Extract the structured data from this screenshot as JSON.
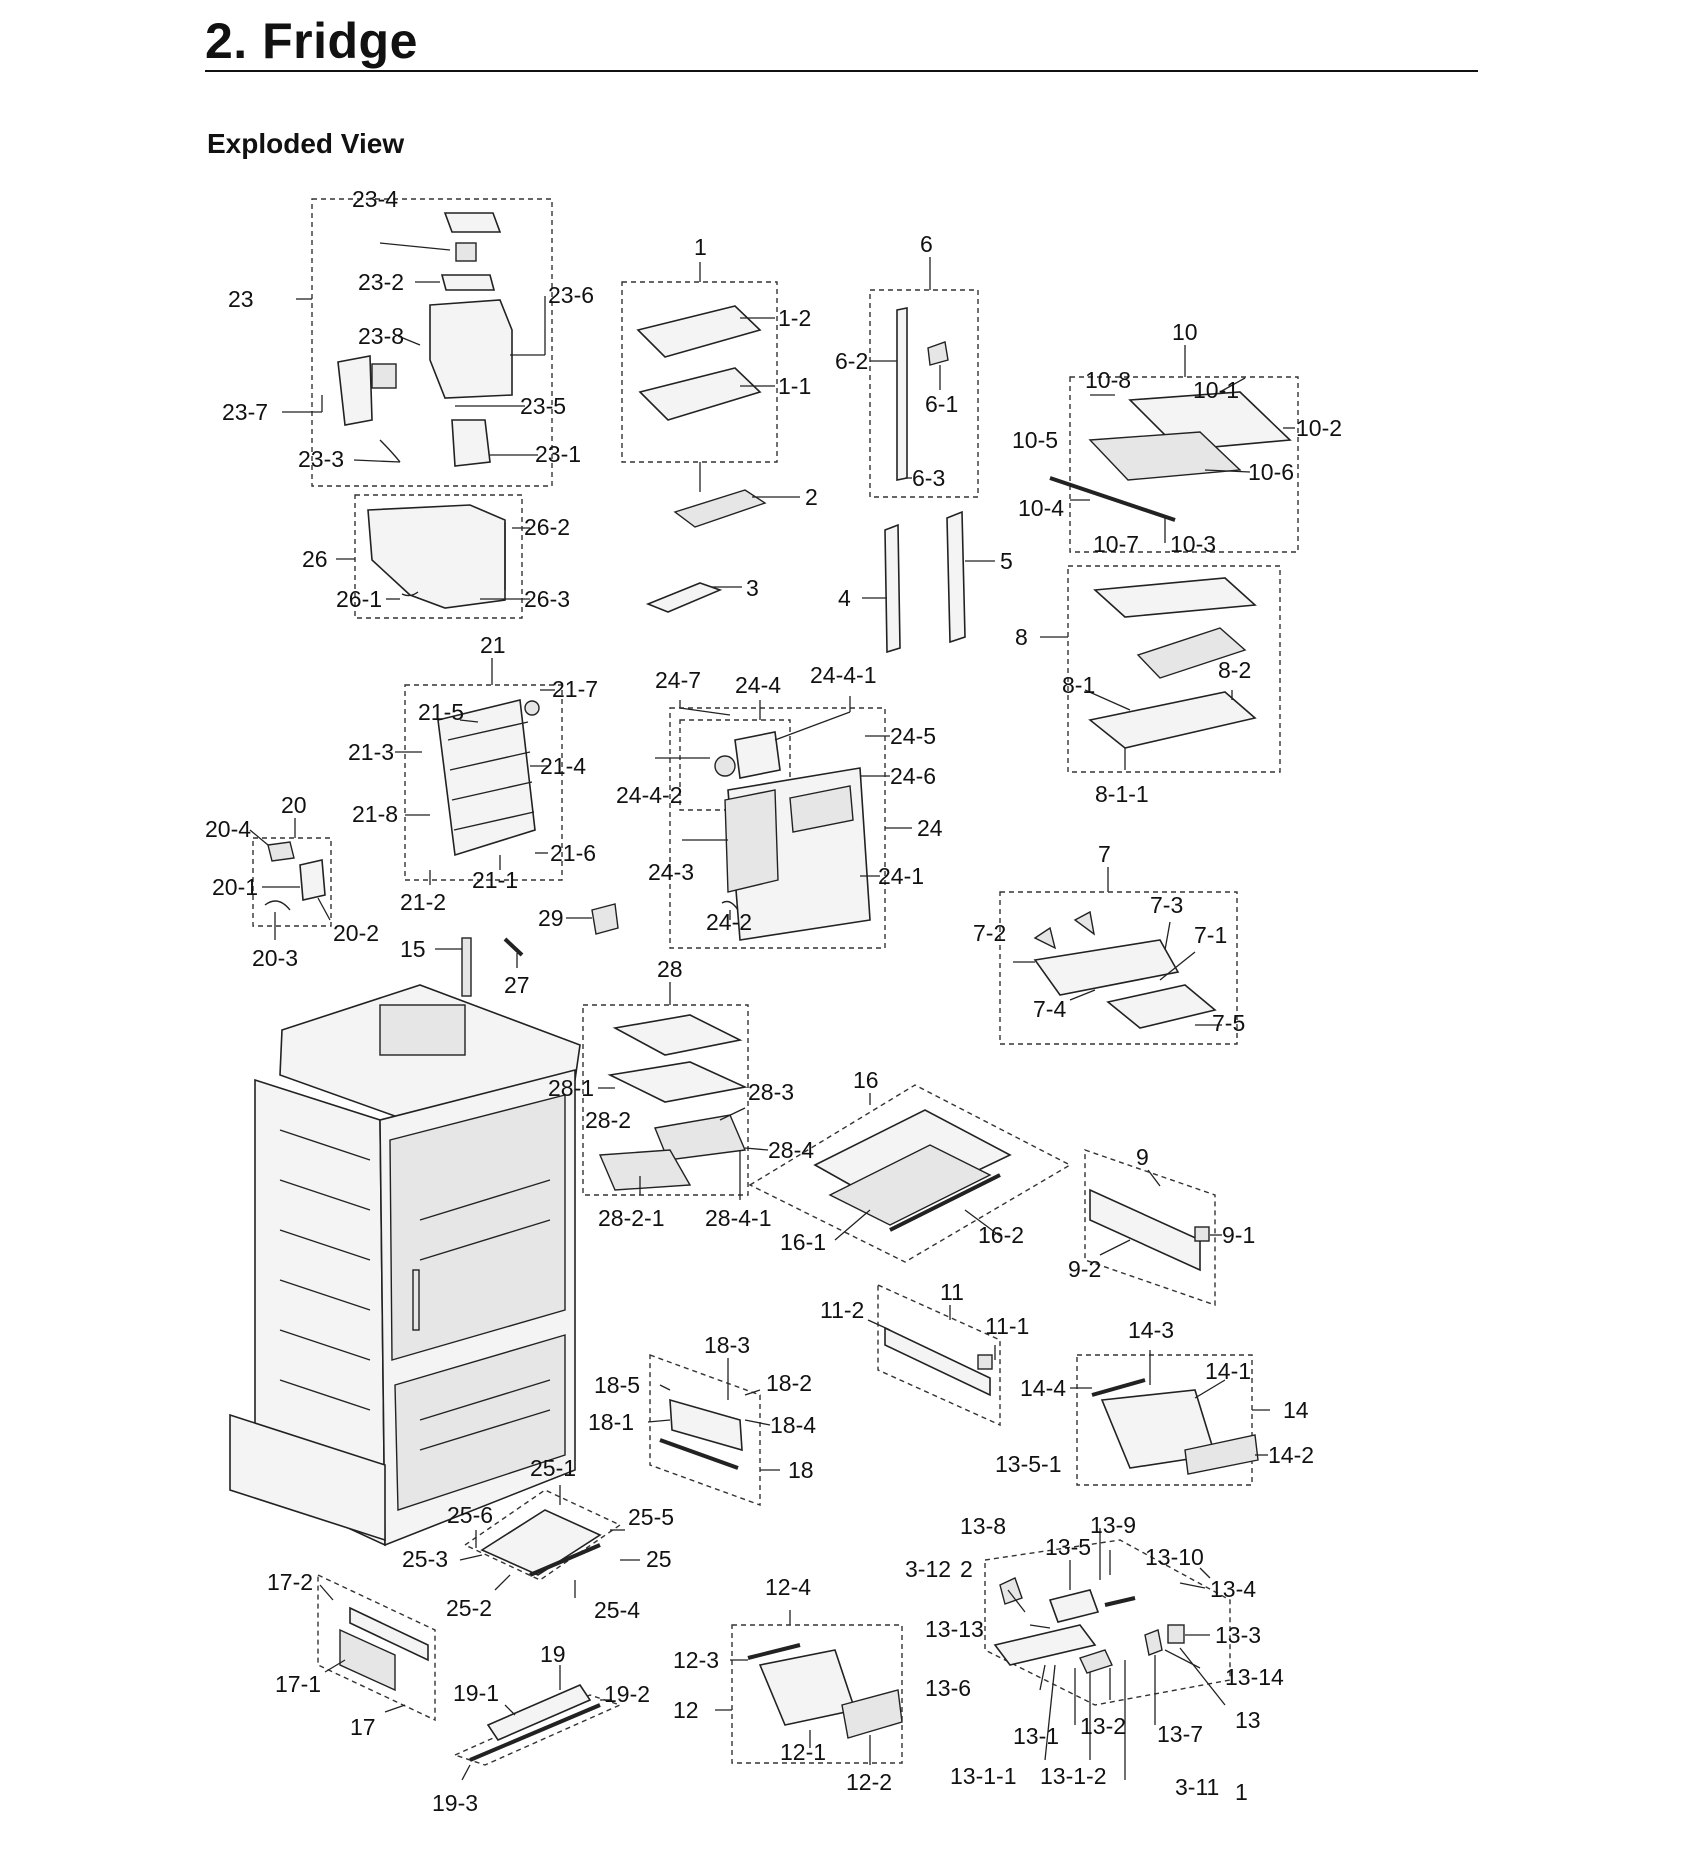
{
  "header": {
    "title": "2.  Fridge",
    "subtitle": "Exploded View"
  },
  "labels": {
    "l1": "1",
    "l1_1": "1-1",
    "l1_2": "1-2",
    "l2": "2",
    "l3": "3",
    "l4": "4",
    "l5": "5",
    "l6": "6",
    "l6_1": "6-1",
    "l6_2": "6-2",
    "l6_3": "6-3",
    "l7": "7",
    "l7_1": "7-1",
    "l7_2": "7-2",
    "l7_3": "7-3",
    "l7_4": "7-4",
    "l7_5": "7-5",
    "l8": "8",
    "l8_1": "8-1",
    "l8_1_1": "8-1-1",
    "l8_2": "8-2",
    "l9": "9",
    "l9_1": "9-1",
    "l9_2": "9-2",
    "l10": "10",
    "l10_1": "10-1",
    "l10_2": "10-2",
    "l10_3": "10-3",
    "l10_4": "10-4",
    "l10_5": "10-5",
    "l10_6": "10-6",
    "l10_7": "10-7",
    "l10_8": "10-8",
    "l11": "11",
    "l11_1": "11-1",
    "l11_2": "11-2",
    "l12": "12",
    "l12_1": "12-1",
    "l12_2": "12-2",
    "l12_3": "12-3",
    "l12_4": "12-4",
    "l13": "13",
    "l13_1": "13-1",
    "l13_1_1": "13-1-1",
    "l13_1_2": "13-1-2",
    "l13_2": "13-2",
    "l13_3": "13-3",
    "l13_4": "13-4",
    "l13_5": "13-5",
    "l13_5_1": "13-5-1",
    "l13_6": "13-6",
    "l13_7": "13-7",
    "l13_8": "13-8",
    "l13_9": "13-9",
    "l13_10": "13-10",
    "l13_13": "13-13",
    "l13_14": "13-14",
    "l3_11": "3-11",
    "l3_12": "3-12",
    "l_stray_1": "1",
    "l_stray_2": "2",
    "l14": "14",
    "l14_1": "14-1",
    "l14_2": "14-2",
    "l14_3": "14-3",
    "l14_4": "14-4",
    "l15": "15",
    "l16": "16",
    "l16_1": "16-1",
    "l16_2": "16-2",
    "l17": "17",
    "l17_1": "17-1",
    "l17_2": "17-2",
    "l18": "18",
    "l18_1": "18-1",
    "l18_2": "18-2",
    "l18_3": "18-3",
    "l18_4": "18-4",
    "l18_5": "18-5",
    "l19": "19",
    "l19_1": "19-1",
    "l19_2": "19-2",
    "l19_3": "19-3",
    "l20": "20",
    "l20_1": "20-1",
    "l20_2": "20-2",
    "l20_3": "20-3",
    "l20_4": "20-4",
    "l21": "21",
    "l21_1": "21-1",
    "l21_2": "21-2",
    "l21_3": "21-3",
    "l21_4": "21-4",
    "l21_5": "21-5",
    "l21_6": "21-6",
    "l21_7": "21-7",
    "l21_8": "21-8",
    "l23": "23",
    "l23_1": "23-1",
    "l23_2": "23-2",
    "l23_3": "23-3",
    "l23_4": "23-4",
    "l23_5": "23-5",
    "l23_6": "23-6",
    "l23_7": "23-7",
    "l23_8": "23-8",
    "l24": "24",
    "l24_1": "24-1",
    "l24_2": "24-2",
    "l24_3": "24-3",
    "l24_4": "24-4",
    "l24_4_1": "24-4-1",
    "l24_4_2": "24-4-2",
    "l24_5": "24-5",
    "l24_6": "24-6",
    "l24_7": "24-7",
    "l25": "25",
    "l25_1": "25-1",
    "l25_2": "25-2",
    "l25_3": "25-3",
    "l25_4": "25-4",
    "l25_5": "25-5",
    "l25_6": "25-6",
    "l26": "26",
    "l26_1": "26-1",
    "l26_2": "26-2",
    "l26_3": "26-3",
    "l27": "27",
    "l28": "28",
    "l28_1": "28-1",
    "l28_2": "28-2",
    "l28_2_1": "28-2-1",
    "l28_3": "28-3",
    "l28_4": "28-4",
    "l28_4_1": "28-4-1",
    "l29": "29"
  }
}
